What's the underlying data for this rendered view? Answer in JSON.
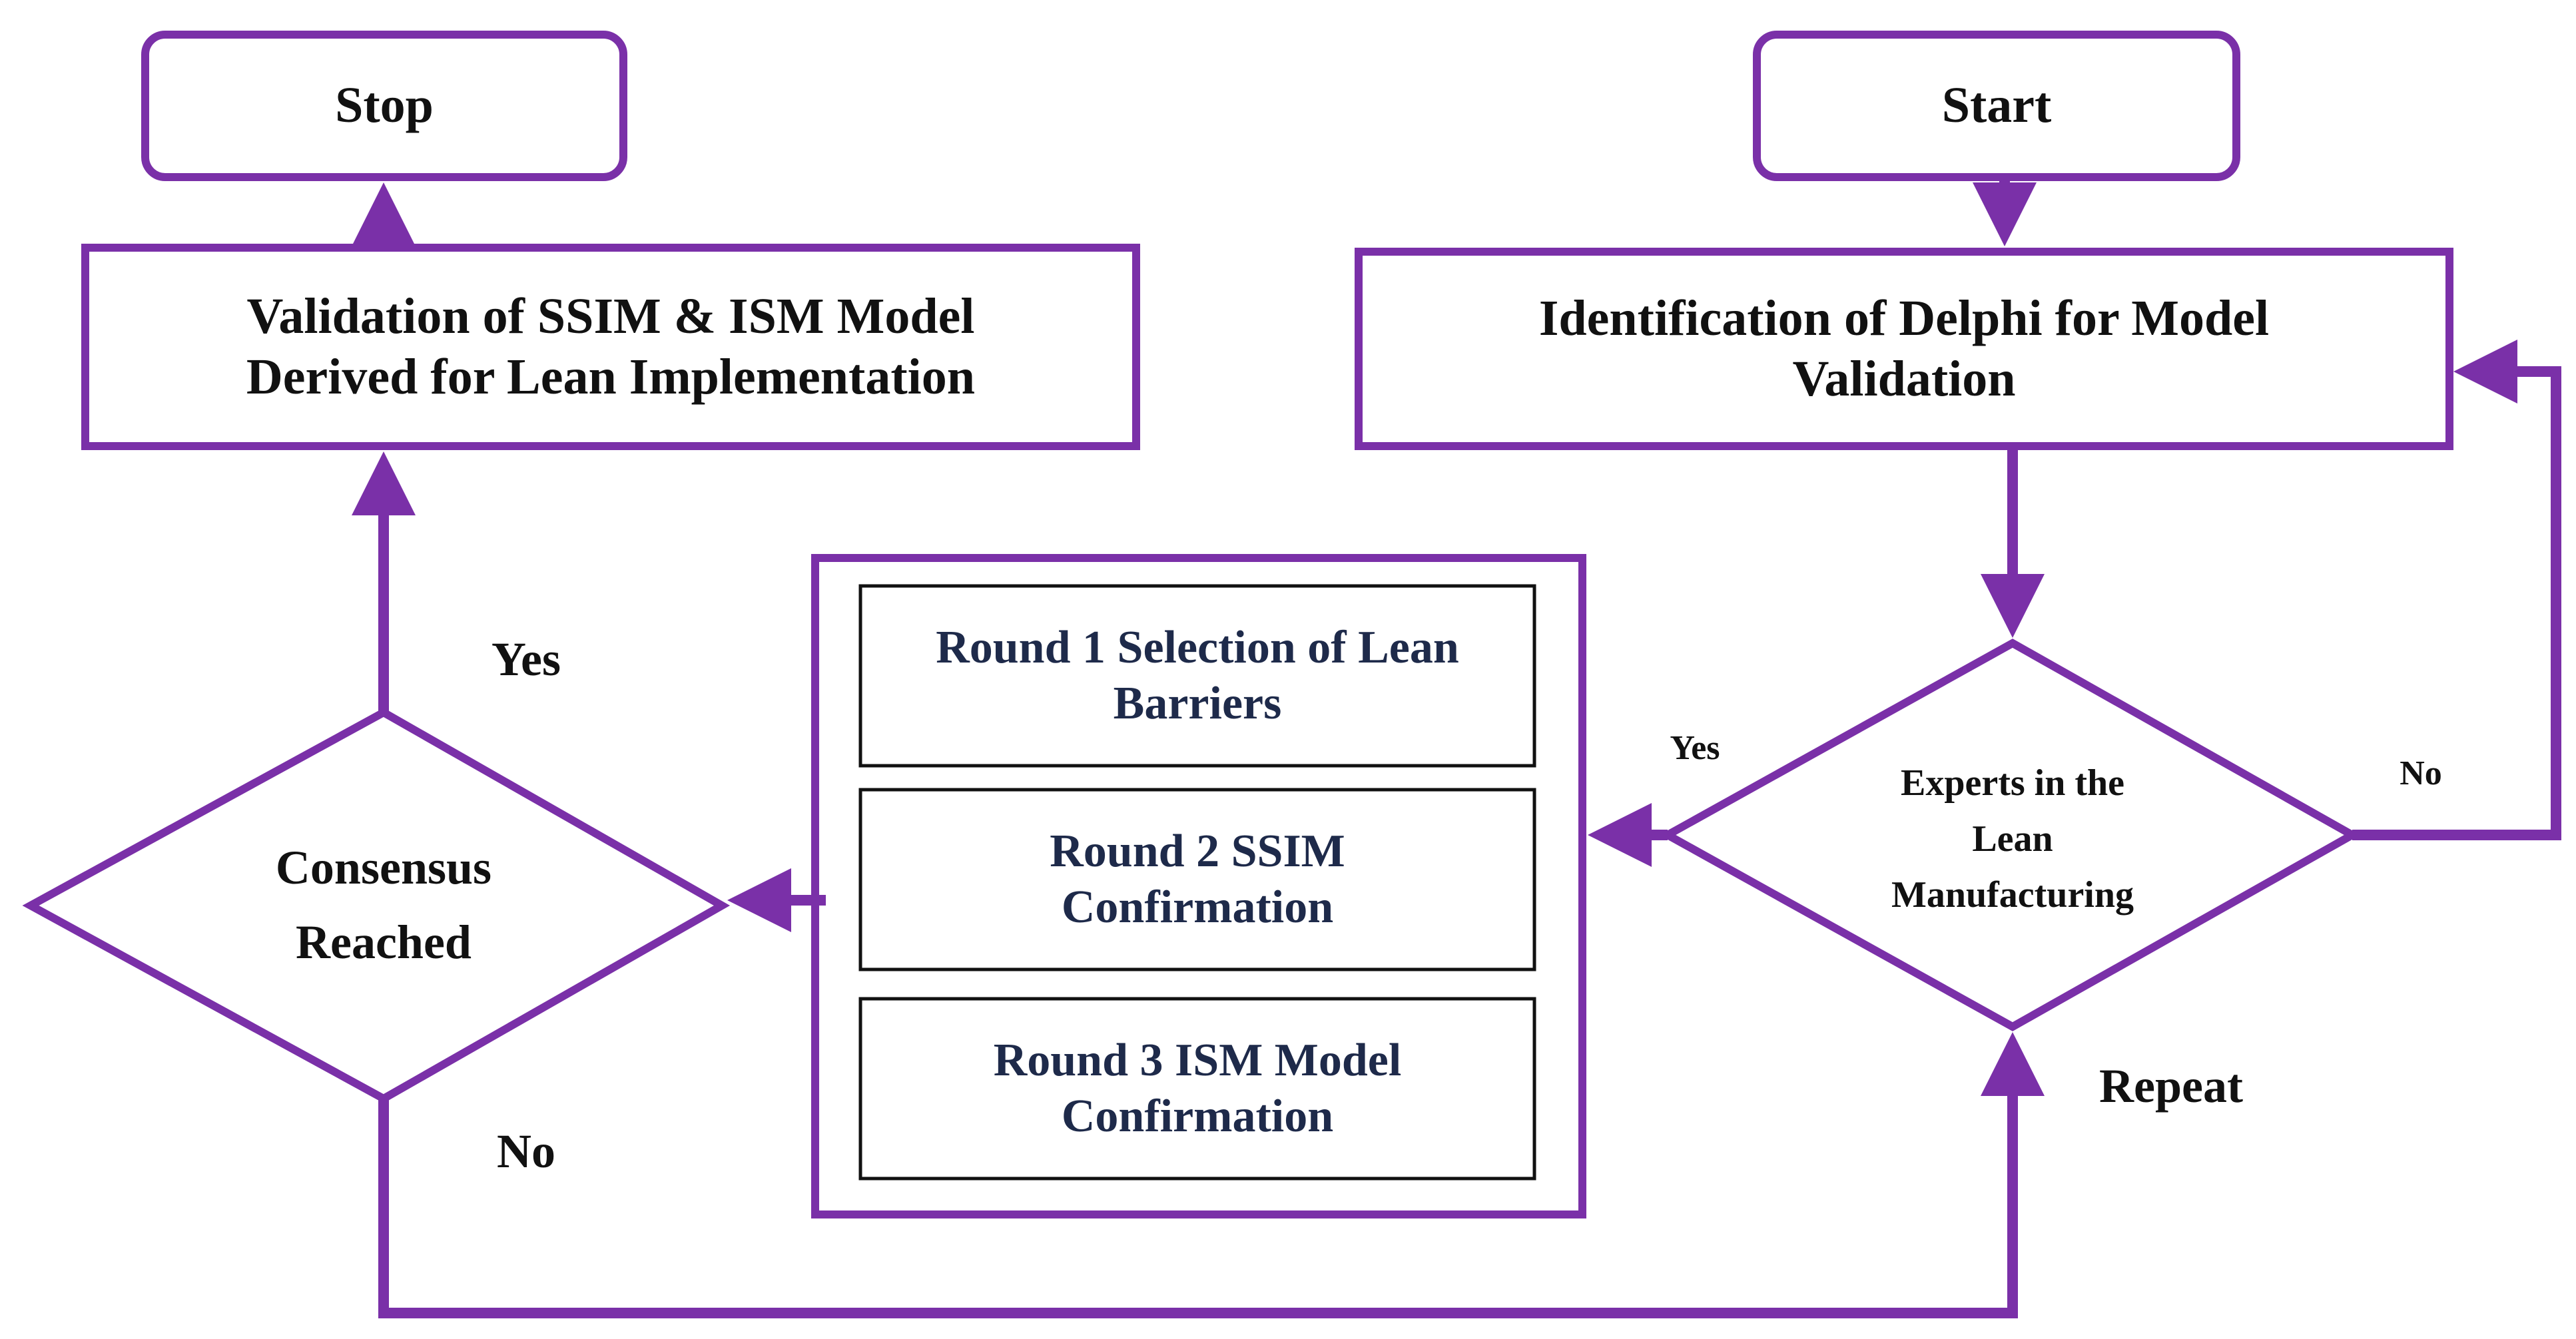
{
  "colors": {
    "accent": "#7a30a8",
    "box_border_inner": "#111111",
    "text": "#111111"
  },
  "nodes": {
    "stop": "Stop",
    "start": "Start",
    "validation": {
      "line1": "Validation of SSIM & ISM Model",
      "line2": "Derived for Lean Implementation"
    },
    "identification": {
      "line1": "Identification of Delphi for Model",
      "line2": "Validation"
    },
    "round1": {
      "line1": "Round 1 Selection of Lean",
      "line2": "Barriers"
    },
    "round2": {
      "line1": "Round 2 SSIM",
      "line2": "Confirmation"
    },
    "round3": {
      "line1": "Round 3 ISM Model",
      "line2": "Confirmation"
    },
    "consensus": {
      "line1": "Consensus",
      "line2": "Reached"
    },
    "experts": {
      "line1": "Experts in the",
      "line2": "Lean",
      "line3": "Manufacturing"
    }
  },
  "edges": {
    "consensus_yes": "Yes",
    "consensus_no": "No",
    "experts_yes": "Yes",
    "experts_no": "No",
    "repeat": "Repeat"
  }
}
